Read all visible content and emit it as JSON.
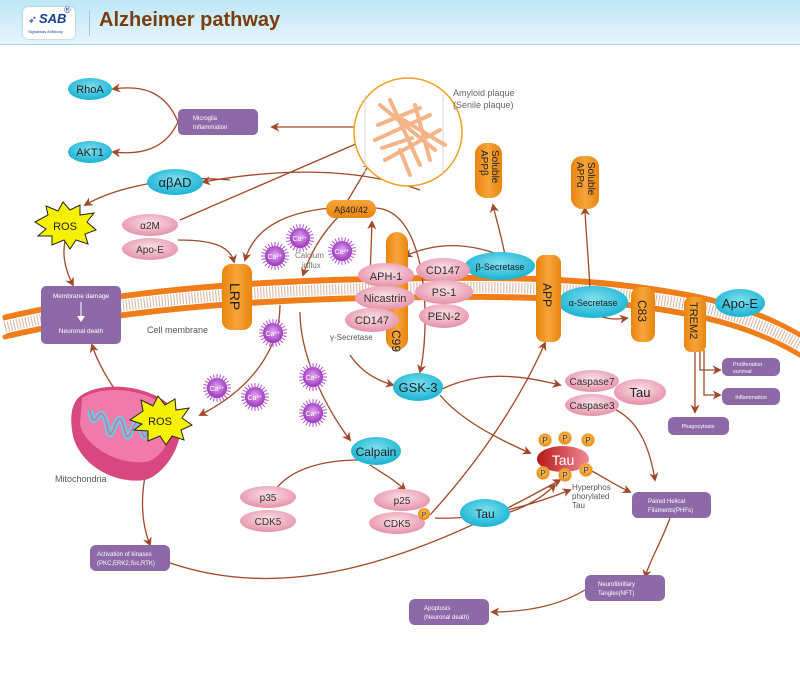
{
  "header": {
    "logo_text": "SAB",
    "logo_reg": "®",
    "logo_sub": "Signalway Antibody",
    "title": "Alzheimer pathway"
  },
  "colors": {
    "arrow": "#a0492a",
    "cyan": "#2bbcd8",
    "orange": "#f0941f",
    "pink": "#e995ad",
    "purple": "#8e69a8",
    "ca_purple": "#a946c6",
    "title": "#7a3e0e"
  },
  "labels": {
    "amyloid_plaque_1": "Amyloid plaque",
    "amyloid_plaque_2": "(Senile plaque)",
    "cell_membrane": "Cell membrane",
    "calcium_influx_1": "Calcium",
    "calcium_influx_2": "influx",
    "gamma_secretase": "γ-Secretase",
    "mitochondria": "Mitochondria",
    "hyperphos_1": "Hyperphos",
    "hyperphos_2": "phorylated",
    "hyperphos_3": "Tau"
  },
  "nodes": {
    "rhoa": "RhoA",
    "akt1": "AKT1",
    "abad": "αβAD",
    "microglia_1": "Microglia",
    "microglia_2": "Inflammation",
    "ros_top": "ROS",
    "ros_mito": "ROS",
    "a2m": "α2M",
    "apoe_left": "Apo-E",
    "lrp": "LRP",
    "membrane_damage": "Membrane damage",
    "neuronal_death": "Neuronal death",
    "abeta": "Aβ40/42",
    "ca": "Ca²⁺",
    "aph1": "APH-1",
    "nicastrin": "Nicastrin",
    "cd147_left": "CD147",
    "cd147_right": "CD147",
    "ps1": "PS-1",
    "pen2": "PEN-2",
    "c99": "C99",
    "soluble_appb_1": "Soluble",
    "soluble_appb_2": "APPβ",
    "soluble_appa_1": "Soluble",
    "soluble_appa_2": "APPα",
    "beta_secretase": "β-Secretase",
    "app": "APP",
    "alpha_secretase": "α-Secretase",
    "c83": "C83",
    "trem2": "TREM2",
    "apoe_right": "Apo-E",
    "proliferation_1": "Proliferation",
    "proliferation_2": "survival",
    "inflammation": "Inflammation",
    "phagocytosis": "Phagocytosis",
    "gsk3": "GSK-3",
    "caspase7": "Caspase7",
    "caspase3": "Caspase3",
    "tau_caspase": "Tau",
    "tau_phos": "Tau",
    "tau_free": "Tau",
    "p": "P",
    "calpain": "Calpain",
    "p35": "p35",
    "cdk5_left": "CDK5",
    "p25": "p25",
    "cdk5_right": "CDK5",
    "phf_1": "Paired Helical",
    "phf_2": "Filaments(PHFs)",
    "kinases_1": "Activation of kinases",
    "kinases_2": "(PKC,ERK2,Src,RTK)",
    "nft_1": "Neurofibrillary",
    "nft_2": "Tangles(NFT)",
    "apoptosis_1": "Apoptosis",
    "apoptosis_2": "(Neuronal death)"
  }
}
